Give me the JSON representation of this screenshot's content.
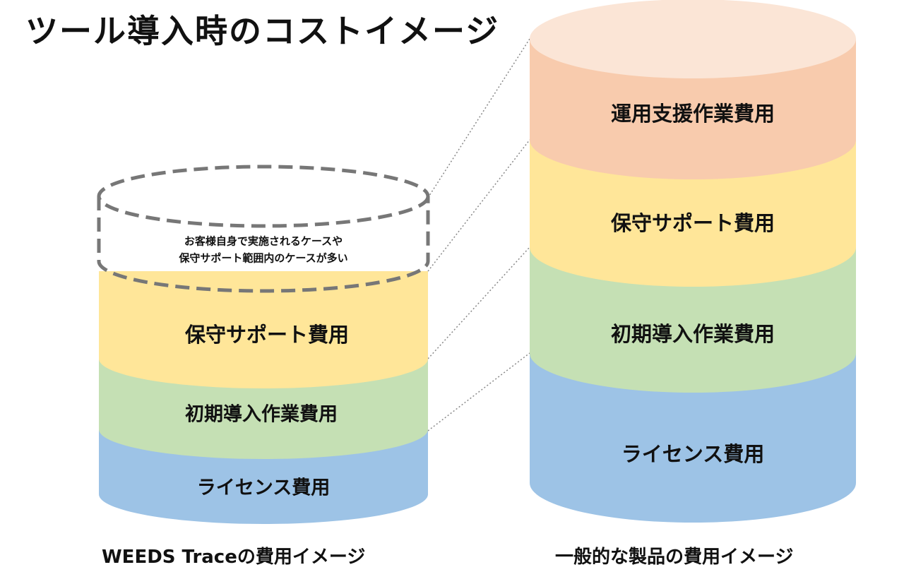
{
  "title": "ツール導入時のコストイメージ",
  "left": {
    "caption": "WEEDS Traceの費用イメージ",
    "note_line1": "お客様自身で実施されるケースや",
    "note_line2": "保守サポート範囲内のケースが多い",
    "segments": [
      {
        "label": "保守サポート費用",
        "color": "#FFE699"
      },
      {
        "label": "初期導入作業費用",
        "color": "#C5E0B4"
      },
      {
        "label": "ライセンス費用",
        "color": "#9DC3E6"
      }
    ]
  },
  "right": {
    "caption": "一般的な製品の費用イメージ",
    "top_color": "#FBE5D6",
    "segments": [
      {
        "label": "運用支援作業費用",
        "color": "#F8CBAD"
      },
      {
        "label": "保守サポート費用",
        "color": "#FFE699"
      },
      {
        "label": "初期導入作業費用",
        "color": "#C5E0B4"
      },
      {
        "label": "ライセンス費用",
        "color": "#9DC3E6"
      }
    ]
  }
}
